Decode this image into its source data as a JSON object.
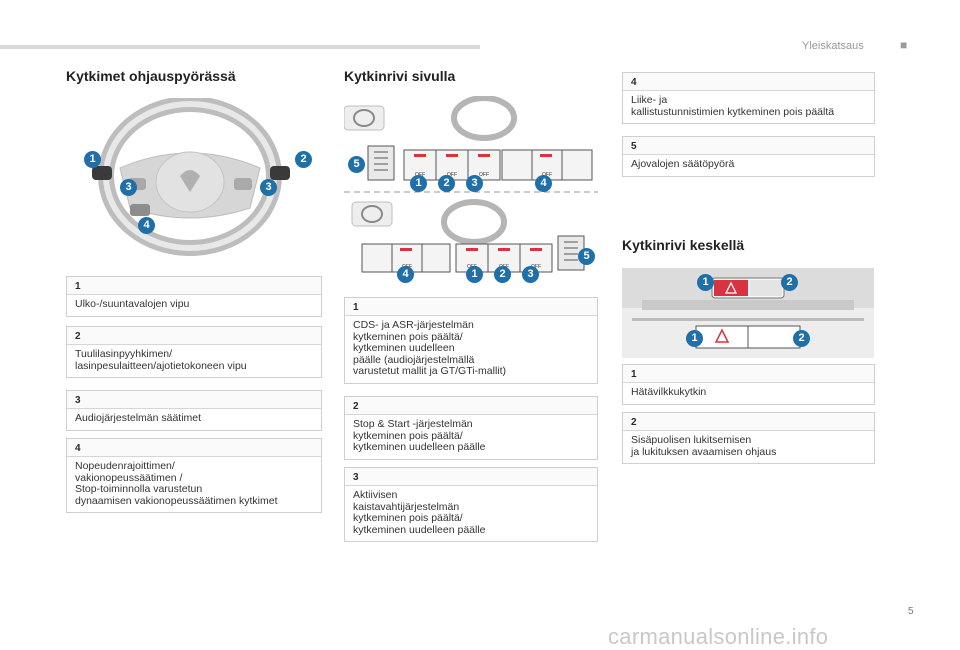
{
  "header": {
    "section_title": "Yleiskatsaus",
    "mark": "■"
  },
  "sections": {
    "steering": {
      "title": "Kytkimet ohjauspyörässä"
    },
    "side": {
      "title": "Kytkinrivi sivulla"
    },
    "center": {
      "title": "Kytkinrivi keskellä"
    }
  },
  "steering_items": [
    {
      "num": "1",
      "text": "Ulko-/suuntavalojen vipu"
    },
    {
      "num": "2",
      "text": "Tuulilasinpyyhkimen/\nlasinpesulaitteen/ajotietokoneen vipu"
    },
    {
      "num": "3",
      "text": "Audiojärjestelmän säätimet"
    },
    {
      "num": "4",
      "text": "Nopeudenrajoittimen/\nvakionopeussäätimen /\nStop-toiminnolla varustetun\ndynaamisen vakionopeussäätimen kytkimet"
    }
  ],
  "side_items": [
    {
      "num": "1",
      "text": "CDS- ja ASR-järjestelmän\nkytkeminen pois päältä/\nkytkeminen uudelleen\npäälle (audiojärjestelmällä\nvarustetut mallit ja GT/GTi-mallit)"
    },
    {
      "num": "2",
      "text": "Stop & Start -järjestelmän\nkytkeminen pois päältä/\nkytkeminen uudelleen päälle"
    },
    {
      "num": "3",
      "text": "Aktiivisen\nkaistavahtijärjestelmän\nkytkeminen pois päältä/\nkytkeminen uudelleen päälle"
    },
    {
      "num": "4",
      "text": "Liike- ja\nkallistustunnistimien kytkeminen pois päältä"
    },
    {
      "num": "5",
      "text": "Ajovalojen säätöpyörä"
    }
  ],
  "center_items": [
    {
      "num": "1",
      "text": "Hätävilkkukytkin"
    },
    {
      "num": "2",
      "text": "Sisäpuolisen lukitsemisen\nja lukituksen avaamisen ohjaus"
    }
  ],
  "diagram_labels": {
    "wheel": [
      "1",
      "2",
      "3",
      "3",
      "4"
    ],
    "side_top": [
      "5",
      "1",
      "2",
      "3",
      "4"
    ],
    "side_bottom": [
      "4",
      "1",
      "2",
      "3",
      "5"
    ],
    "center": [
      "1",
      "2",
      "1",
      "2"
    ],
    "off_label": "OFF"
  },
  "colors": {
    "badge": "#1f6fa8",
    "hazard": "#d9333f",
    "border": "#cfcfcf"
  },
  "footer": {
    "page_number": "5",
    "watermark": "carmanualsonline.info"
  }
}
